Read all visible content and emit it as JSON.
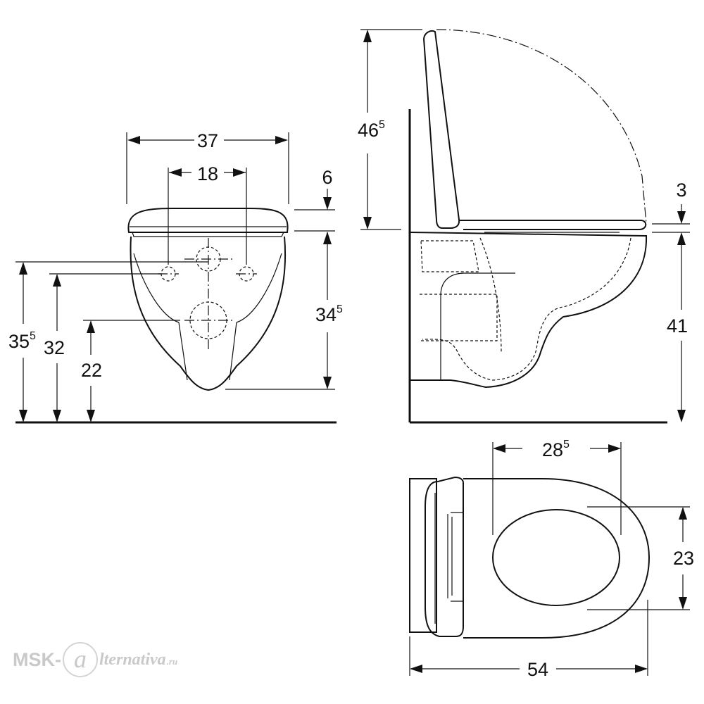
{
  "dimensions": {
    "front_width": {
      "main": "37",
      "sup": ""
    },
    "front_outlet_spacing": {
      "main": "18",
      "sup": ""
    },
    "front_seat_thickness": {
      "main": "6",
      "sup": ""
    },
    "front_bowl_height": {
      "main": "34",
      "sup": "5"
    },
    "front_height_total": {
      "main": "35",
      "sup": "5"
    },
    "front_height_bolts": {
      "main": "32",
      "sup": ""
    },
    "front_height_drain": {
      "main": "22",
      "sup": ""
    },
    "side_lid_height": {
      "main": "46",
      "sup": "5"
    },
    "side_seat_thickness": {
      "main": "3",
      "sup": ""
    },
    "side_rim_height": {
      "main": "41",
      "sup": ""
    },
    "top_seat_length": {
      "main": "28",
      "sup": "5"
    },
    "top_width": {
      "main": "23",
      "sup": ""
    },
    "top_projection": {
      "main": "54",
      "sup": ""
    }
  },
  "watermark": {
    "prefix": "MSK-",
    "at": "a",
    "script": "lternativa",
    "domain": ".ru"
  }
}
